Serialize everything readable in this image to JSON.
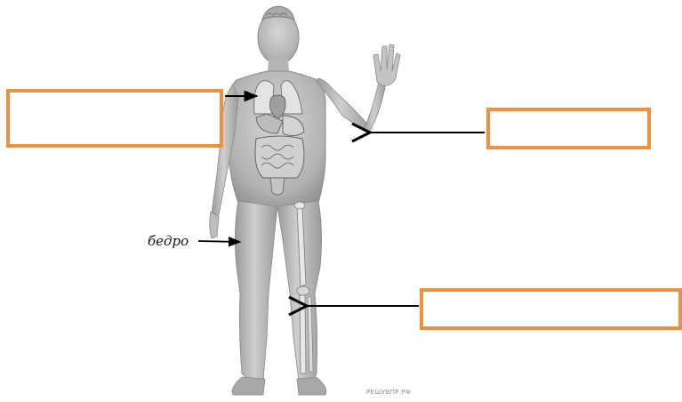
{
  "diagram": {
    "labels": {
      "thigh": "бедро"
    },
    "answer_boxes": [
      {
        "target": "internal-organs",
        "text": ""
      },
      {
        "target": "elbow",
        "text": ""
      },
      {
        "target": "knee",
        "text": ""
      }
    ],
    "watermark": "РЕШУВПР.РФ",
    "colors": {
      "box_border": "#f0903a",
      "body": "#b9b9b9",
      "arrow": "#000000"
    }
  }
}
